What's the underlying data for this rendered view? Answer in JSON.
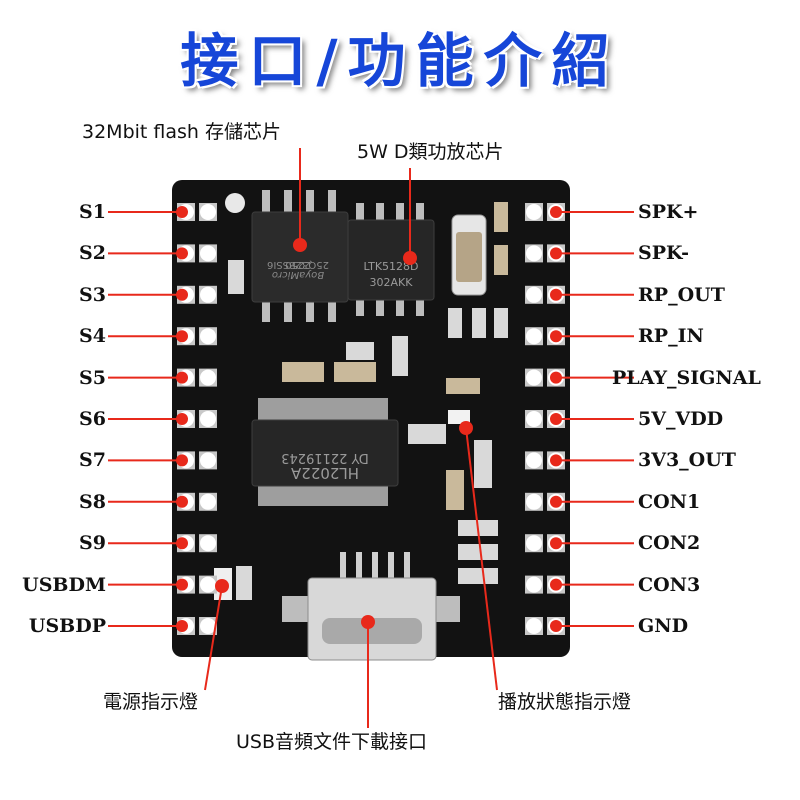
{
  "title": "接口/功能介紹",
  "callouts": {
    "flash": "32Mbit flash 存儲芯片",
    "amp": "5W D類功放芯片",
    "power_led": "電源指示燈",
    "usb": "USB音頻文件下載接口",
    "play_led": "播放狀態指示燈"
  },
  "left_pins": [
    "S1",
    "S2",
    "S3",
    "S4",
    "S5",
    "S6",
    "S7",
    "S8",
    "S9",
    "USBDM",
    "USBDP"
  ],
  "right_pins": [
    "SPK+",
    "SPK-",
    "RP_OUT",
    "RP_IN",
    "PLAY_SIGNAL",
    "5V_VDD",
    "3V3_OUT",
    "CON1",
    "CON2",
    "CON3",
    "GND"
  ],
  "chips": {
    "flash_marking_1": "25Q32BSSI6",
    "flash_marking_2": "2250",
    "flash_marking_3": "BoyaMicro",
    "amp_marking_1": "LTK5128D",
    "amp_marking_2": "302AKK",
    "main_marking_1": "HL2022A",
    "main_marking_2": "DY 22119243"
  },
  "colors": {
    "title": "#1646d8",
    "board": "#121212",
    "callout_dot": "#e8291b",
    "leader_line": "#e8291b",
    "pad": "#ffffff",
    "pad_ring": "#c8c8c8"
  }
}
